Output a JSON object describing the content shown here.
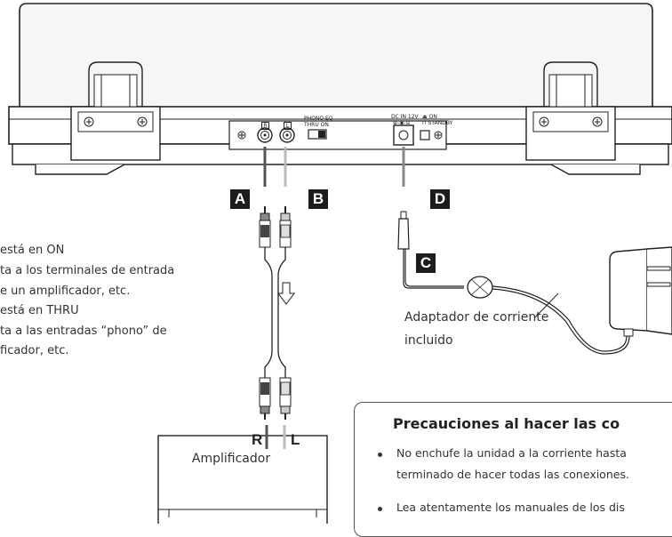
{
  "callouts": {
    "a": "A",
    "b": "B",
    "c": "C",
    "d": "D"
  },
  "panel": {
    "jack_r": "R",
    "jack_l": "L",
    "phono_eq": "PHONO EQ",
    "phono_eq_positions": "THRU   ON",
    "dc_in": "DC IN 12V",
    "power_on": "ON",
    "power_standby": "STANDBY"
  },
  "notes": [
    "está en ON",
    "ta a los terminales de entrada",
    "e un amplificador, etc.",
    "está en THRU",
    "ta a las entradas “phono” de",
    "ficador, etc."
  ],
  "adapter_label_line1": "Adaptador de corriente",
  "adapter_label_line2": "incluido",
  "amplifier": {
    "label": "Amplificador",
    "input_r": "R",
    "input_l": "L"
  },
  "caution": {
    "title": "Precauciones al hacer las co",
    "bullet1_line1": "No enchufe la unidad a la corriente hasta",
    "bullet1_line2": "terminado de hacer todas las conexiones.",
    "bullet2_line1": "Lea atentamente los manuales de los dis"
  }
}
